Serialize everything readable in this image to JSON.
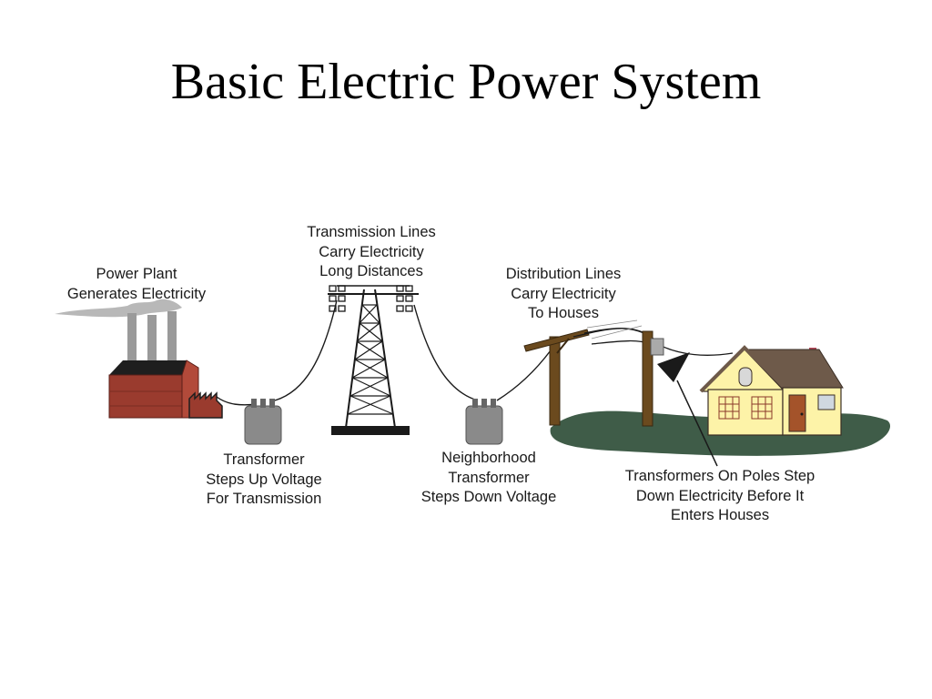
{
  "title": "Basic Electric Power System",
  "labels": {
    "power_plant": [
      "Power Plant",
      "Generates Electricity"
    ],
    "transmission_lines": [
      "Transmission Lines",
      "Carry Electricity",
      "Long Distances"
    ],
    "distribution_lines": [
      "Distribution Lines",
      "Carry Electricity",
      "To Houses"
    ],
    "step_up_transformer": [
      "Transformer",
      "Steps Up Voltage",
      "For Transmission"
    ],
    "neighborhood_transformer": [
      "Neighborhood",
      "Transformer",
      "Steps Down Voltage"
    ],
    "pole_transformers": [
      "Transformers On Poles Step",
      "Down Electricity Before It",
      "Enters Houses"
    ]
  },
  "colors": {
    "plant_brick": "#9a3b2e",
    "plant_roof": "#1e1e1e",
    "smoke": "#b8b8b8",
    "transformer": "#8a8a8a",
    "pole_wood": "#6b4a1e",
    "ground": "#3f5c48",
    "house_wall": "#fdf3a8",
    "house_roof": "#6e5a4a",
    "door": "#a4532a"
  }
}
